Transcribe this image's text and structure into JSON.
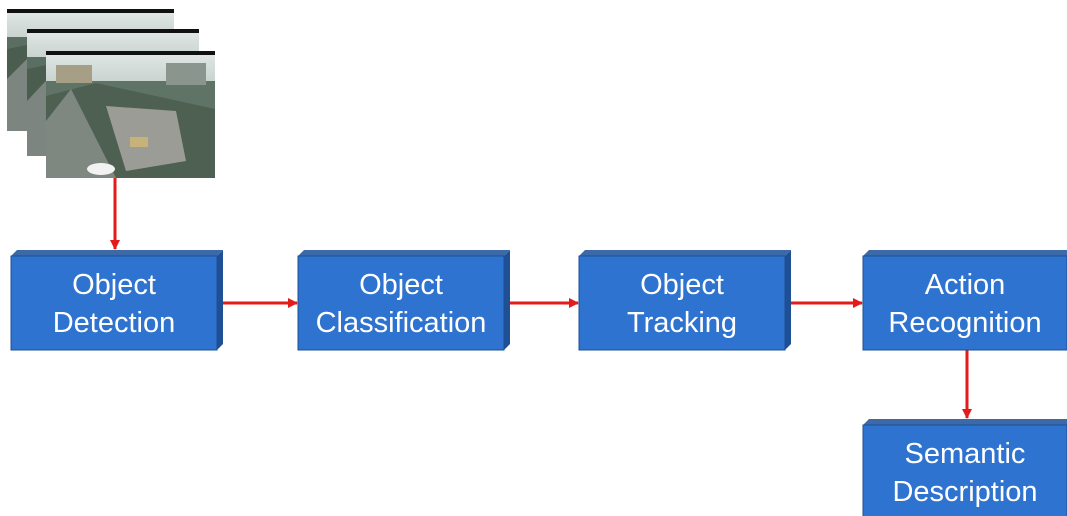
{
  "diagram": {
    "input": {
      "icon": "surveillance-video-frames-icon",
      "frame_count": 3
    },
    "nodes": [
      {
        "id": "object-detection",
        "lines": [
          "Object",
          "Detection"
        ]
      },
      {
        "id": "object-classification",
        "lines": [
          "Object",
          "Classification"
        ]
      },
      {
        "id": "object-tracking",
        "lines": [
          "Object",
          "Tracking"
        ]
      },
      {
        "id": "action-recognition",
        "lines": [
          "Action",
          "Recognition"
        ]
      },
      {
        "id": "semantic-description",
        "lines": [
          "Semantic",
          "Description"
        ]
      }
    ],
    "edges": [
      {
        "from": "video-frames",
        "to": "object-detection"
      },
      {
        "from": "object-detection",
        "to": "object-classification"
      },
      {
        "from": "object-classification",
        "to": "object-tracking"
      },
      {
        "from": "object-tracking",
        "to": "action-recognition"
      },
      {
        "from": "action-recognition",
        "to": "semantic-description"
      }
    ],
    "colors": {
      "box_fill": "#2f73d0",
      "box_top": "#3c6aa8",
      "box_side": "#1f4f94",
      "box_border": "#1d4f93",
      "text": "#ffffff",
      "arrow": "#e31b1b"
    }
  }
}
